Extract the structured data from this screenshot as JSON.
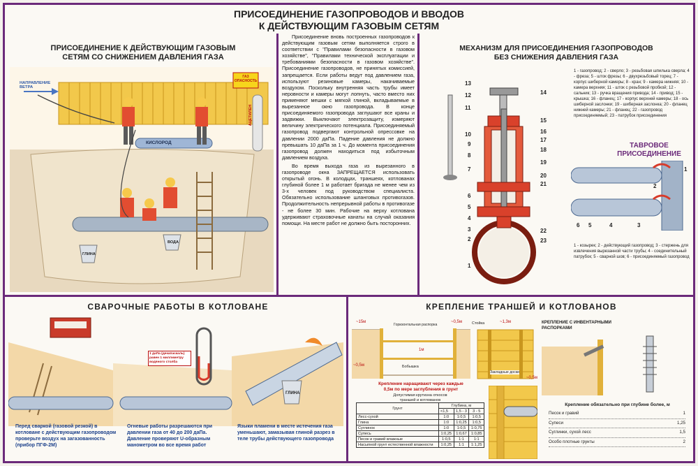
{
  "title": {
    "line1": "ПРИСОЕДИНЕНИЕ ГАЗОПРОВОДОВ И ВВОДОВ",
    "line2": "К ДЕЙСТВУЮЩИМ ГАЗОВЫМ СЕТЯМ"
  },
  "left_top": {
    "title_line1": "ПРИСОЕДИНЕНИЕ К ДЕЙСТВУЮЩИМ ГАЗОВЫМ",
    "title_line2": "СЕТЯМ СО СНИЖЕНИЕМ ДАВЛЕНИЯ ГАЗА",
    "wind_label": "НАПРАВЛЕНИЕ ВЕТРА",
    "sign_label": "ГАЗ ОПАСНОСТЬ",
    "oxygen_label": "КИСЛОРОД",
    "acetylene_label": "АЦЕТИЛЕН",
    "clay_label": "ГЛИНА",
    "water_label": "ВОДА"
  },
  "center_text": {
    "p1": "Присоединение вновь построенных газопроводов к действующим газовым сетям выполняется строго в соответствии с \"Правилами безопасности в газовом хозяйстве\", \"Правилами технической эксплуатации и требованиями безопасности в газовом хозяйстве\". Присоединение газопроводов, не принятых комиссией, запрещается. Если работы ведут под давлением газа, используют резиновые камеры, накачиваемые воздухом. Поскольку внутренняя часть трубы имеет неровности и камеры могут лопнуть, часто вместо них применяют мешки с мягкой глиной, вкладываемые в вырезанное окно газопровода. В конце присоединяемого газопровода заглушают все краны и задвижки. Выключают электрозащиту, измеряют величину электрического потенциала. Присоединяемый газопровод подвергают контрольной опрессовке на давлении 2000 даПа. Падение давления не должно превышать 10 даПа за 1 ч. До момента присоединения газопровод должен находиться под избыточным давлением воздуха.",
    "p2": "Во время выхода газа из вырезанного в газопроводе окна ЗАПРЕЩАЕТСЯ использовать открытый огонь. В колодцах, траншеях, котлованах глубиной более 1 м работает бригада не менее чем из 3-х человек под руководством специалиста. Обязательно использование шланговых противогазов. Продолжительность непрерывной работы в противогазе - не более 30 мин. Рабочие на верху котлована удерживают страховочные канаты на случай оказания помощи. На месте работ не должно быть посторонних."
  },
  "right_top": {
    "title_line1": "МЕХАНИЗМ ДЛЯ ПРИСОЕДИНЕНИЯ ГАЗОПРОВОДОВ",
    "title_line2": "БЕЗ СНИЖЕНИЯ ДАВЛЕНИЯ ГАЗА",
    "legend": "1 - газопровод; 2 - сверло; 3 - резьбовая шпилька сверла; 4 - фреза; 5 - шток фрезы; 6 - двухрезьбовый торец; 7 - корпус шиберной камеры; 8 - кран; 9 - камера нижняя; 10 - камера верхняя; 11 - шток с резьбовой пробкой; 12 - сальник; 13 - ручка вращения привода; 14 - привод; 15 - крышка; 16 - фланец; 17 - корпус верхней камеры; 18 - ось шиберной заслонки; 19 - шиберная заслонка; 20 - фланец нижней камеры; 21 - фланец; 22 - газопровод присоединяемый; 23 - патрубок присоединения",
    "tee_title_line1": "ТАВРОВОЕ",
    "tee_title_line2": "ПРИСОЕДИНЕНИЕ",
    "tee_legend": "1 - козырек; 2 - действующий газопровод; 3 - стержень для извлечения вырезанной части трубы; 4 - соединительный патрубок; 5 - сварной шов; 6 - присоединяемый газопровод",
    "mech_numbers": [
      "1",
      "2",
      "3",
      "4",
      "5",
      "6",
      "7",
      "8",
      "9",
      "10",
      "11",
      "12",
      "13",
      "14",
      "15",
      "16",
      "17",
      "18",
      "19",
      "20",
      "21",
      "22",
      "23"
    ],
    "tee_numbers": [
      "1",
      "2",
      "3",
      "4",
      "5",
      "6"
    ]
  },
  "left_bottom": {
    "title": "СВАРОЧНЫЕ РАБОТЫ В КОТЛОВАНЕ",
    "gauge_note": "1 даПа (декапаскаль) равен 1 миллиметру водяного столба",
    "clay_label": "ГЛИНА",
    "cap1": "Перед сваркой (газовой резкой) в котловане с действующим газопроводом проверьте воздух на загазованность (прибор ПГФ-2М)",
    "cap2": "Огневые работы разрешаются при давлении газа от 40 до 200 даПа. Давление проверяют U-образным манометром во все время работ",
    "cap3": "Языки пламени в месте истечения газа уменьшают, замазывая глиной разрез в теле трубы действующего газопровода"
  },
  "right_bottom": {
    "title": "КРЕПЛЕНИЕ ТРАНШЕЙ И КОТЛОВАНОВ",
    "dim_15": "~15м",
    "dim_05a": "~0,5м",
    "dim_05b": "~0,5м",
    "dim_05c": "~0,5м",
    "dim_1m": "1м",
    "dim_13": "~1,3м",
    "lbl_spacer": "Горизонтальная распорка",
    "lbl_stand": "Стойка",
    "lbl_block": "Бобышка",
    "lbl_boards": "Закладные доски",
    "inv_title": "КРЕПЛЕНИЕ С ИНВЕНТАРНЫМИ РАСПОРКАМИ",
    "build_note_line1": "Крепление наращивают через каждые",
    "build_note_line2": "0,5м по мере заглубления в грунт",
    "table_title_line1": "Допустимая крутизна откосов",
    "table_title_line2": "траншей и котлованов",
    "table_head_grunt": "Грунт",
    "table_head_depth": "Глубина, м",
    "table_sub": [
      "<1,5",
      "1,5 - 3",
      "3 - 5"
    ],
    "table_rows": [
      {
        "name": "Лесс-сухой",
        "v": [
          "1:0",
          "1:0,5",
          "1:0,5"
        ]
      },
      {
        "name": "Глина",
        "v": [
          "1:0",
          "1:0,25",
          "1:0,5"
        ]
      },
      {
        "name": "Суглинок",
        "v": [
          "1:0",
          "1:0,5",
          "1:0,75"
        ]
      },
      {
        "name": "Супесь",
        "v": [
          "1:0,25",
          "1:0,67",
          "1:0,85"
        ]
      },
      {
        "name": "Песок и гравий влажные",
        "v": [
          "1:0,5",
          "1:1",
          "1:1"
        ]
      },
      {
        "name": "Насыпной грунт естественной влажности",
        "v": [
          "1:0,25",
          "1:1",
          "1:1,25"
        ]
      }
    ],
    "deep_title": "Крепление обязательно при глубине более, м",
    "deep_rows": [
      {
        "name": "Песок и гравий",
        "v": "1"
      },
      {
        "name": "Супеси",
        "v": "1,25"
      },
      {
        "name": "Суглинки, сухой лесс",
        "v": "1,5"
      },
      {
        "name": "Особо плотные грунты",
        "v": "2"
      }
    ]
  }
}
